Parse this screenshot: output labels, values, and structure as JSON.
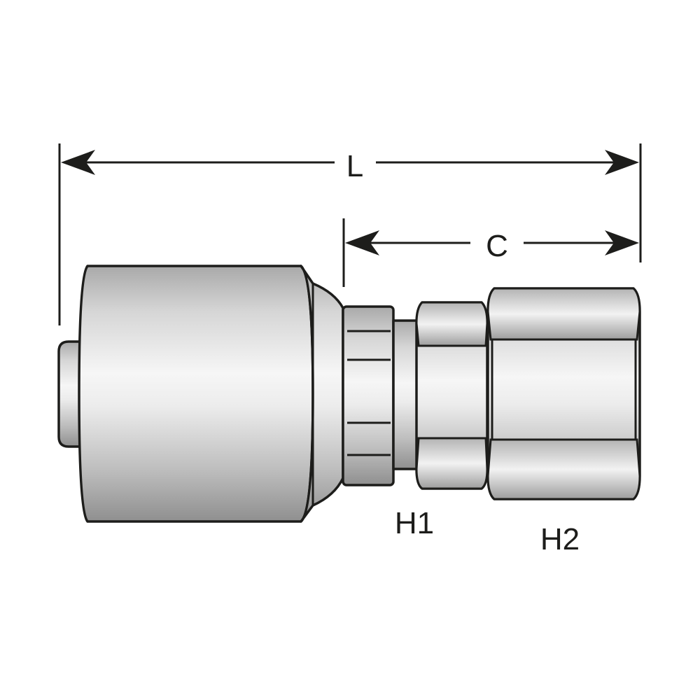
{
  "labels": {
    "overall_length": "L",
    "cut_length": "C",
    "hex1": "H1",
    "hex2": "H2"
  },
  "colors": {
    "line": "#1d1d1b",
    "metal_dark": "#9a9a9a",
    "metal_mid": "#c8c8c8",
    "metal_light": "#f4f4f4",
    "background": "#ffffff"
  }
}
